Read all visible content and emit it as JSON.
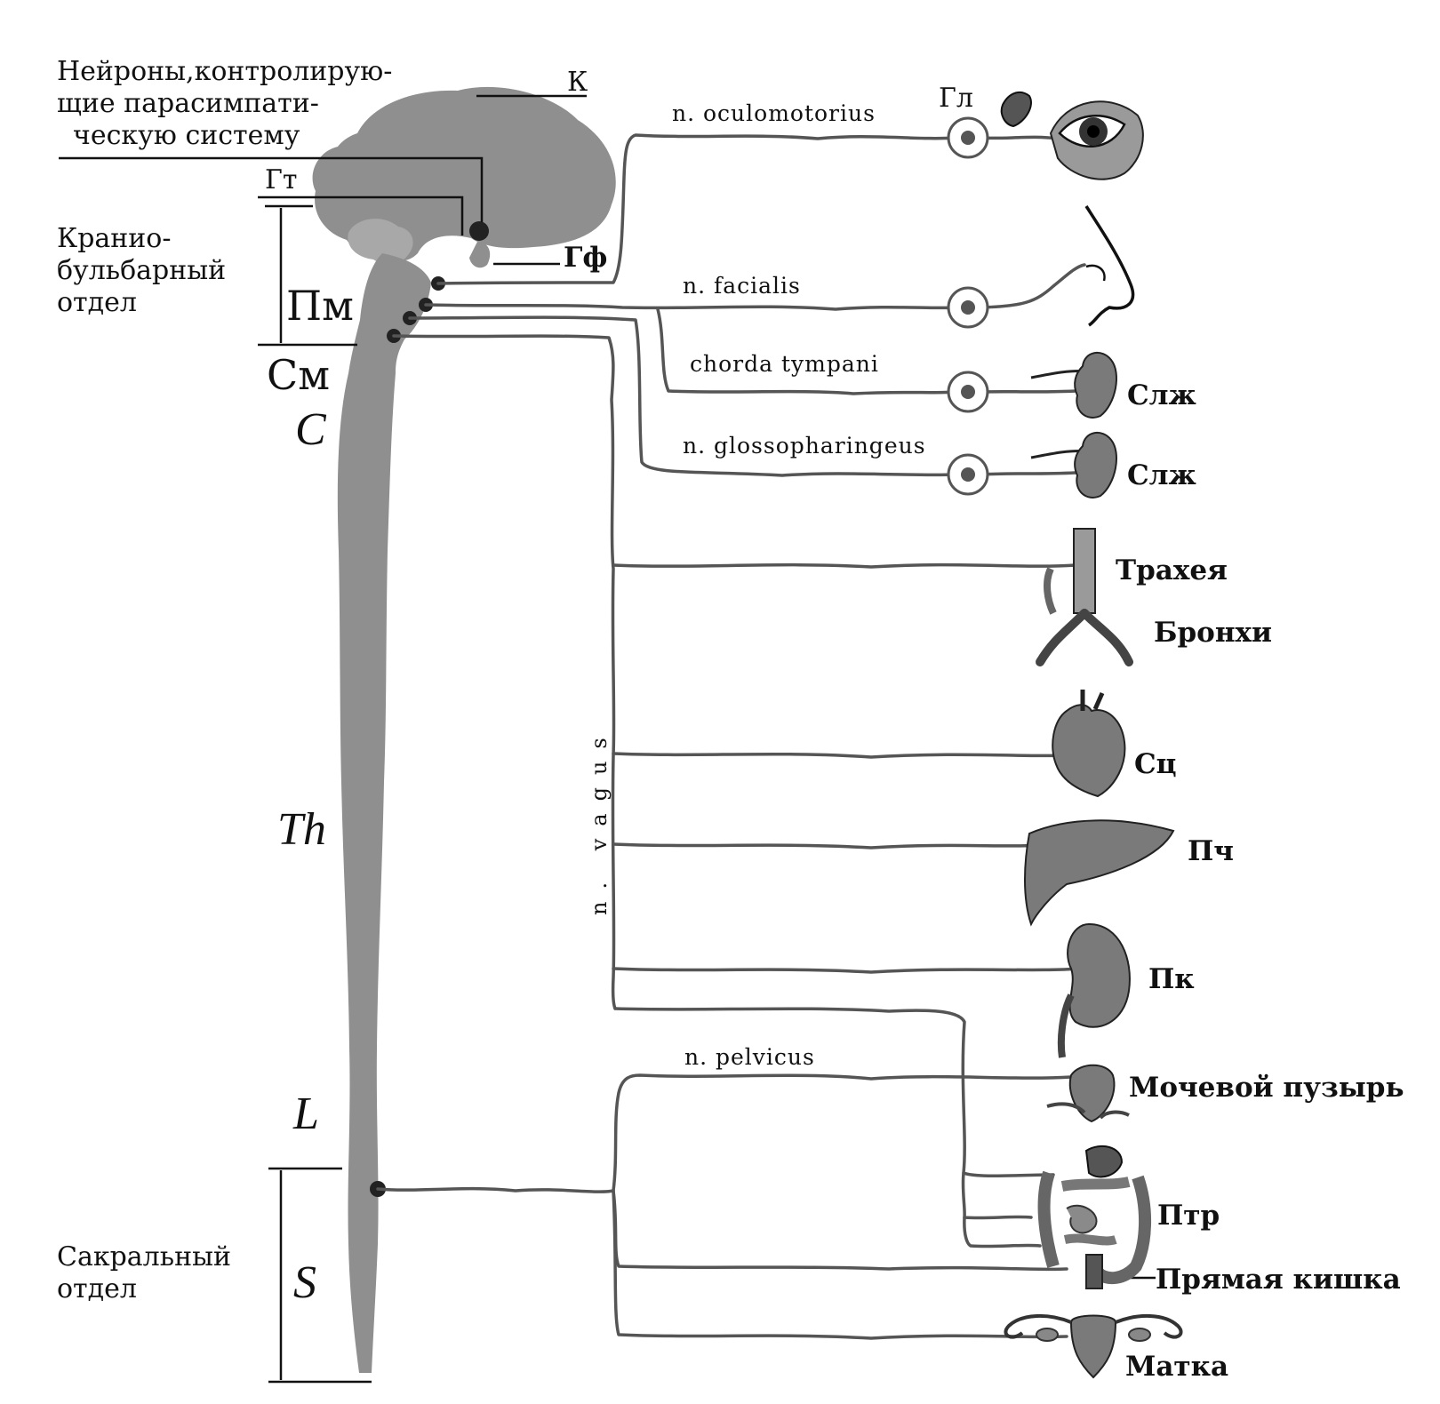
{
  "labels": {
    "neurons_line1": "Нейроны,контролирую-",
    "neurons_line2": "щие парасимпати-",
    "neurons_line3": "ческую систему",
    "k": "К",
    "gt": "Гт",
    "gf": "Гф",
    "gl": "Гл",
    "kranio_line1": "Кранио-",
    "kranio_line2": "бульбарный",
    "kranio_line3": "отдел",
    "pm": "Пм",
    "sm": "См",
    "seg_c": "C",
    "seg_th": "Th",
    "seg_l": "L",
    "seg_s": "S",
    "sacral_line1": "Сакральный",
    "sacral_line2": "отдел"
  },
  "nerves": {
    "oculomotorius": "n. oculomotorius",
    "facialis": "n. facialis",
    "chorda": "chorda tympani",
    "glosso": "n. glossopharingeus",
    "vagus": "n. vagus",
    "pelvicus": "n. pelvicus"
  },
  "organs": {
    "slzh1": "Слж",
    "slzh2": "Слж",
    "trachea": "Трахея",
    "bronchi": "Бронхи",
    "heart": "Сц",
    "liver": "Пч",
    "kidney": "Пк",
    "bladder": "Мочевой пузырь",
    "intestine": "Птр",
    "rectum": "Прямая кишка",
    "uterus": "Матка"
  },
  "colors": {
    "brain": "#8f8f8f",
    "nerve": "#555555",
    "ink": "#111111"
  }
}
